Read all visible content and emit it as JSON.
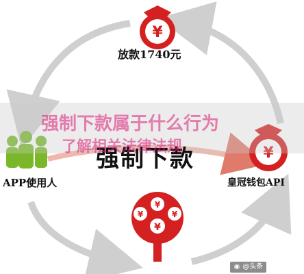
{
  "diagram": {
    "title": "强制下款",
    "nodes": {
      "top": {
        "label": "放款1740元",
        "icon": "money-bag-icon"
      },
      "left": {
        "label": "APP使用人",
        "icon": "people-group-icon"
      },
      "right": {
        "label": "皇冠钱包API",
        "icon": "money-bag-icon"
      },
      "bottom": {
        "label": "",
        "icon": "money-tree-icon"
      }
    },
    "edges": [
      {
        "from": "top",
        "to": "left"
      },
      {
        "from": "right",
        "to": "top"
      },
      {
        "from": "left",
        "to": "right"
      },
      {
        "from": "bottom",
        "to": "right"
      },
      {
        "from": "left",
        "to": "bottom"
      }
    ]
  },
  "watermark": {
    "line1": "强制下款属于什么行为",
    "line2": "了解相关法律法规"
  },
  "credit_badge": "@头条"
}
